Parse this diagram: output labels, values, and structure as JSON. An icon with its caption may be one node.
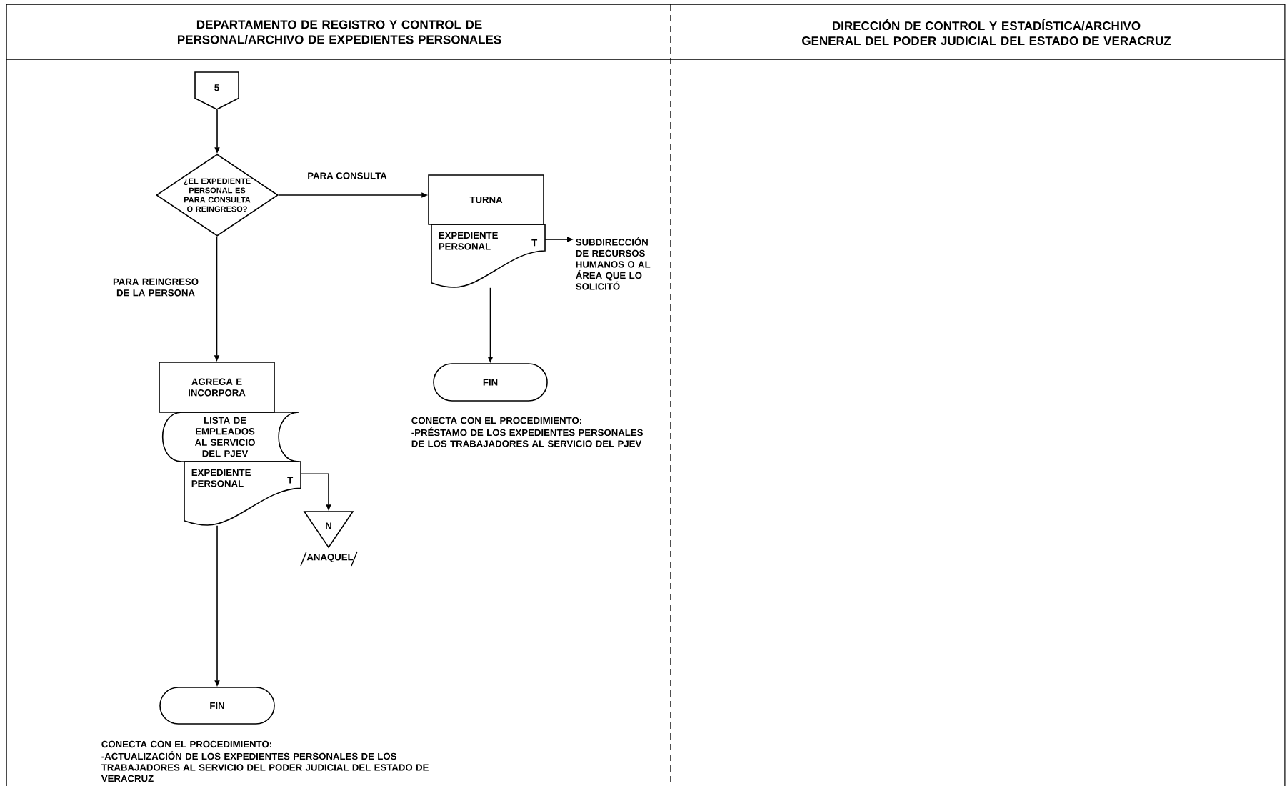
{
  "diagram": {
    "nodes": [
      {
        "text": [
          "5"
        ]
      },
      {
        "text": [
          "¿EL EXPEDIENTE PERSONAL ES PARA CONSULTA O REINGRESO?"
        ]
      },
      {
        "text": [
          "TURNA"
        ]
      },
      {
        "text": [
          "EXPEDIENTE PERSONAL",
          "T"
        ]
      },
      {
        "text": [
          "SUBDIRECCIÓN DE RECURSOS HUMANOS O AL ÁREA QUE LO SOLICITÓ"
        ]
      },
      {
        "text": [
          "FIN"
        ],
        "beside": [
          "CONECTA CON EL PROCEDIMIENTO:",
          "-PRÉSTAMO DE LOS EXPEDIENTES PERSONALES DE LOS TRABAJADORES AL SERVICIO DEL PJEV"
        ]
      },
      {
        "text": [
          "AGREGA E INCORPORA"
        ]
      },
      {
        "text": [
          "LISTA DE EMPLEADOS AL SERVICIO DEL PJEV"
        ]
      },
      {
        "text": [
          "EXPEDIENTE PERSONAL",
          "T"
        ]
      },
      {
        "text": [
          "N"
        ],
        "beside": [
          "ANAQUEL"
        ]
      },
      {
        "text": [
          "FIN"
        ],
        "beside": [
          "CONECTA CON EL PROCEDIMIENTO:",
          "-ACTUALIZACIÓN DE LOS EXPEDIENTES PERSONALES DE LOS TRABAJADORES AL SERVICIO DEL PODER JUDICIAL DEL ESTADO DE VERACRUZ"
        ]
      }
    ],
    "edges": [
      {
        "from": 0,
        "to": 1,
        "arrow": "to"
      },
      {
        "from": 1,
        "to": 2,
        "arrow": "to",
        "label": "PARA CONSULTA"
      },
      {
        "from": 1,
        "to": 6,
        "arrow": "to",
        "label": "PARA REINGRESO DE LA PERSONA"
      },
      {
        "from": 3,
        "to": 4,
        "arrow": "to"
      },
      {
        "from": 3,
        "to": 5,
        "arrow": "to"
      },
      {
        "from": 8,
        "to": 9,
        "arrow": "to"
      },
      {
        "from": 8,
        "to": 10,
        "arrow": "to"
      }
    ],
    "labels": [
      "DEPARTAMENTO DE REGISTRO Y CONTROL DE PERSONAL/ARCHIVO DE EXPEDIENTES PERSONALES",
      "DIRECCIÓN DE CONTROL Y ESTADÍSTICA/ARCHIVO GENERAL DEL PODER JUDICIAL DEL ESTADO DE VERACRUZ"
    ]
  }
}
